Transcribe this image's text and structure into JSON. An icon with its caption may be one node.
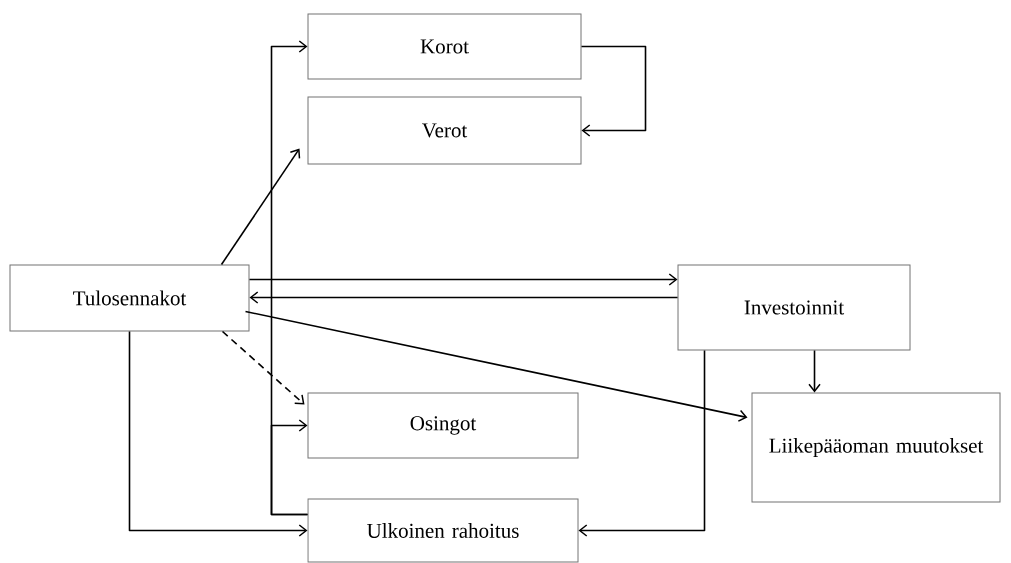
{
  "diagram": {
    "nodes": [
      {
        "text": [
          "Korot"
        ]
      },
      {
        "text": [
          "Verot"
        ]
      },
      {
        "text": [
          "Tulosennakot"
        ]
      },
      {
        "text": [
          "Investoinnit"
        ]
      },
      {
        "text": [
          "Osingot"
        ]
      },
      {
        "text": [
          "Liikepääoman muutokset"
        ]
      },
      {
        "text": [
          "Ulkoinen rahoitus"
        ]
      }
    ],
    "edges": [
      {
        "from": 0,
        "to": 1,
        "arrow": "to"
      },
      {
        "from": 2,
        "to": 1,
        "arrow": "to"
      },
      {
        "from": 2,
        "to": 3,
        "arrow": "to"
      },
      {
        "from": 3,
        "to": 2,
        "arrow": "to"
      },
      {
        "from": 2,
        "to": 5,
        "arrow": "to"
      },
      {
        "from": 2,
        "to": 4,
        "arrow": "to",
        "style": "dashed"
      },
      {
        "from": 2,
        "to": 6,
        "arrow": "to"
      },
      {
        "from": 3,
        "to": 5,
        "arrow": "to"
      },
      {
        "from": 3,
        "to": 6,
        "arrow": "to"
      },
      {
        "from": 6,
        "to": 0,
        "arrow": "to"
      },
      {
        "from": 6,
        "to": 4,
        "arrow": "to"
      }
    ]
  }
}
